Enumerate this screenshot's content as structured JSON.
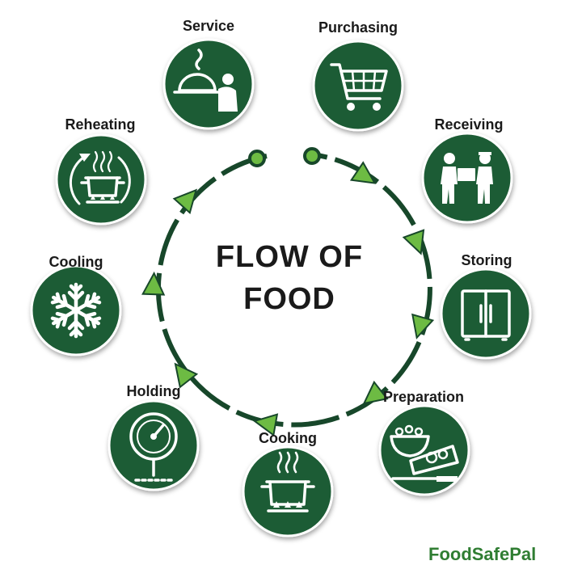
{
  "title_line1": "FLOW OF",
  "title_line2": "FOOD",
  "brand": "FoodSafePal",
  "colors": {
    "circle": "#1e5b34",
    "ring": "#17472a",
    "arrow": "#6dbb43",
    "brand": "#2f7d32",
    "text": "#1a1a1a"
  },
  "stages": [
    {
      "label": "Service",
      "icon": "cloche-server-icon"
    },
    {
      "label": "Purchasing",
      "icon": "shopping-cart-icon"
    },
    {
      "label": "Receiving",
      "icon": "delivery-handoff-icon"
    },
    {
      "label": "Storing",
      "icon": "refrigerator-icon"
    },
    {
      "label": "Preparation",
      "icon": "cutting-board-icon"
    },
    {
      "label": "Cooking",
      "icon": "stovetop-pot-icon"
    },
    {
      "label": "Holding",
      "icon": "thermometer-gauge-icon"
    },
    {
      "label": "Cooling",
      "icon": "snowflake-icon"
    },
    {
      "label": "Reheating",
      "icon": "reheat-pot-icon"
    }
  ]
}
